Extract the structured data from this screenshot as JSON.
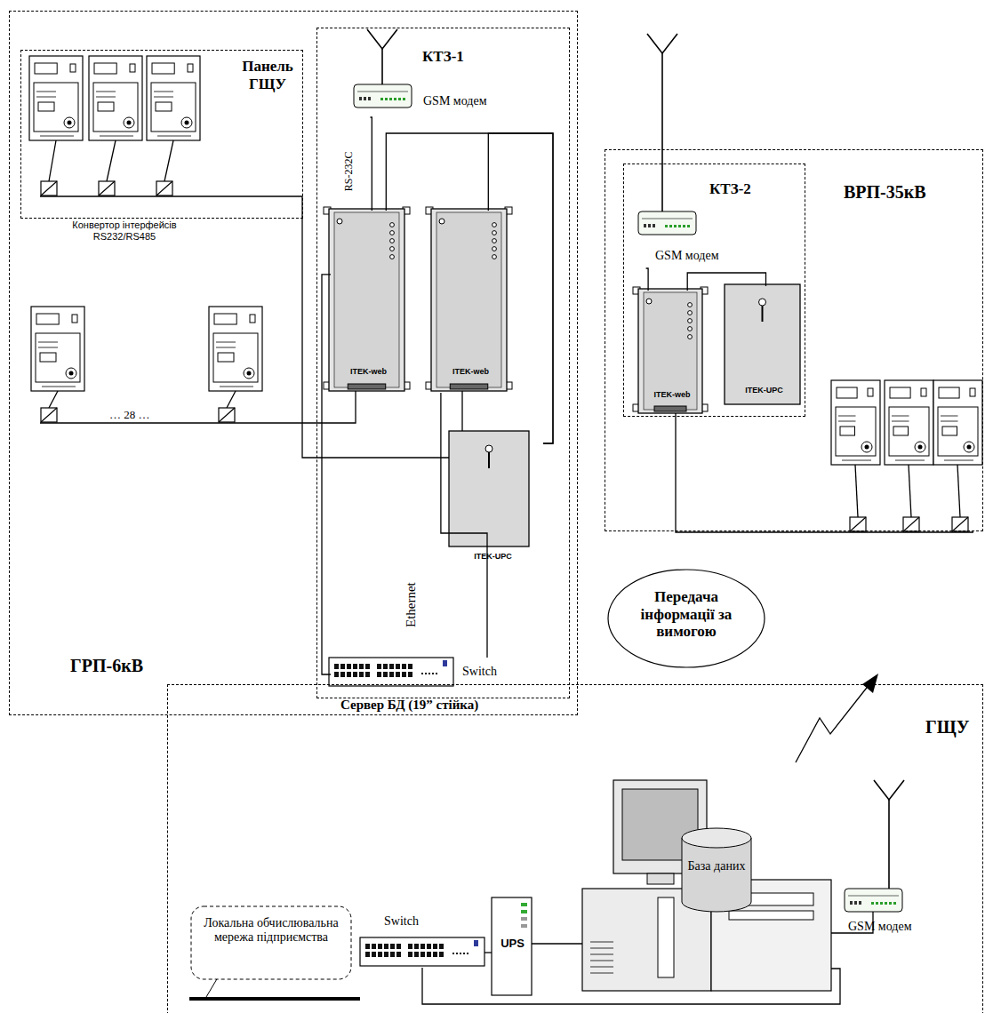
{
  "diagram": {
    "nodes": [
      {
        "text": [
          "ГРП-6кВ"
        ]
      },
      {
        "text": [
          "Панель ГЩУ"
        ],
        "in": 0
      },
      {
        "text": [
          "КТЗ-1"
        ],
        "in": 0
      },
      {
        "text": [
          "GSM модем"
        ],
        "in": 2
      },
      {
        "text": [
          "ITEK-web"
        ],
        "in": 2
      },
      {
        "text": [
          "ITEK-web"
        ],
        "in": 2
      },
      {
        "text": [
          "ITEK-UPC"
        ],
        "in": 2
      },
      {
        "text": [
          "Switch"
        ],
        "in": 2
      },
      {
        "text": [
          "ВРП-35кВ"
        ]
      },
      {
        "text": [
          "КТЗ-2"
        ],
        "in": 8
      },
      {
        "text": [
          "GSM модем"
        ],
        "in": 9
      },
      {
        "text": [
          "ITEK-web"
        ],
        "in": 9
      },
      {
        "text": [
          "ITEK-UPC"
        ],
        "in": 9
      },
      {
        "text": [
          "ГЩУ"
        ]
      },
      {
        "text": [
          "Локальна обчислювальна мережа підприємства"
        ],
        "in": 13
      },
      {
        "text": [
          "Switch"
        ],
        "in": 13
      },
      {
        "text": [
          "UPS"
        ],
        "in": 13
      },
      {
        "text": [
          "База даних"
        ],
        "in": 13
      },
      {
        "text": [
          "GSM модем"
        ],
        "in": 13
      },
      {
        "text": [
          "Передача інформації за вимогою"
        ]
      }
    ],
    "edges": [
      {
        "from": 3,
        "to": 4,
        "arrow": "none"
      },
      {
        "from": 4,
        "to": 7,
        "arrow": "none"
      },
      {
        "from": 5,
        "to": 7,
        "arrow": "none"
      },
      {
        "from": 6,
        "to": 4,
        "arrow": "none"
      },
      {
        "from": 6,
        "to": 5,
        "arrow": "none"
      },
      {
        "from": 10,
        "to": 11,
        "arrow": "none"
      },
      {
        "from": 11,
        "to": 12,
        "arrow": "none"
      }
    ],
    "labels": [
      "Конвертор інтерфейсів RS232/RS485",
      "… 28 …",
      "RS-232С",
      "Ethernet",
      "Сервер БД (19” стійка)"
    ]
  }
}
